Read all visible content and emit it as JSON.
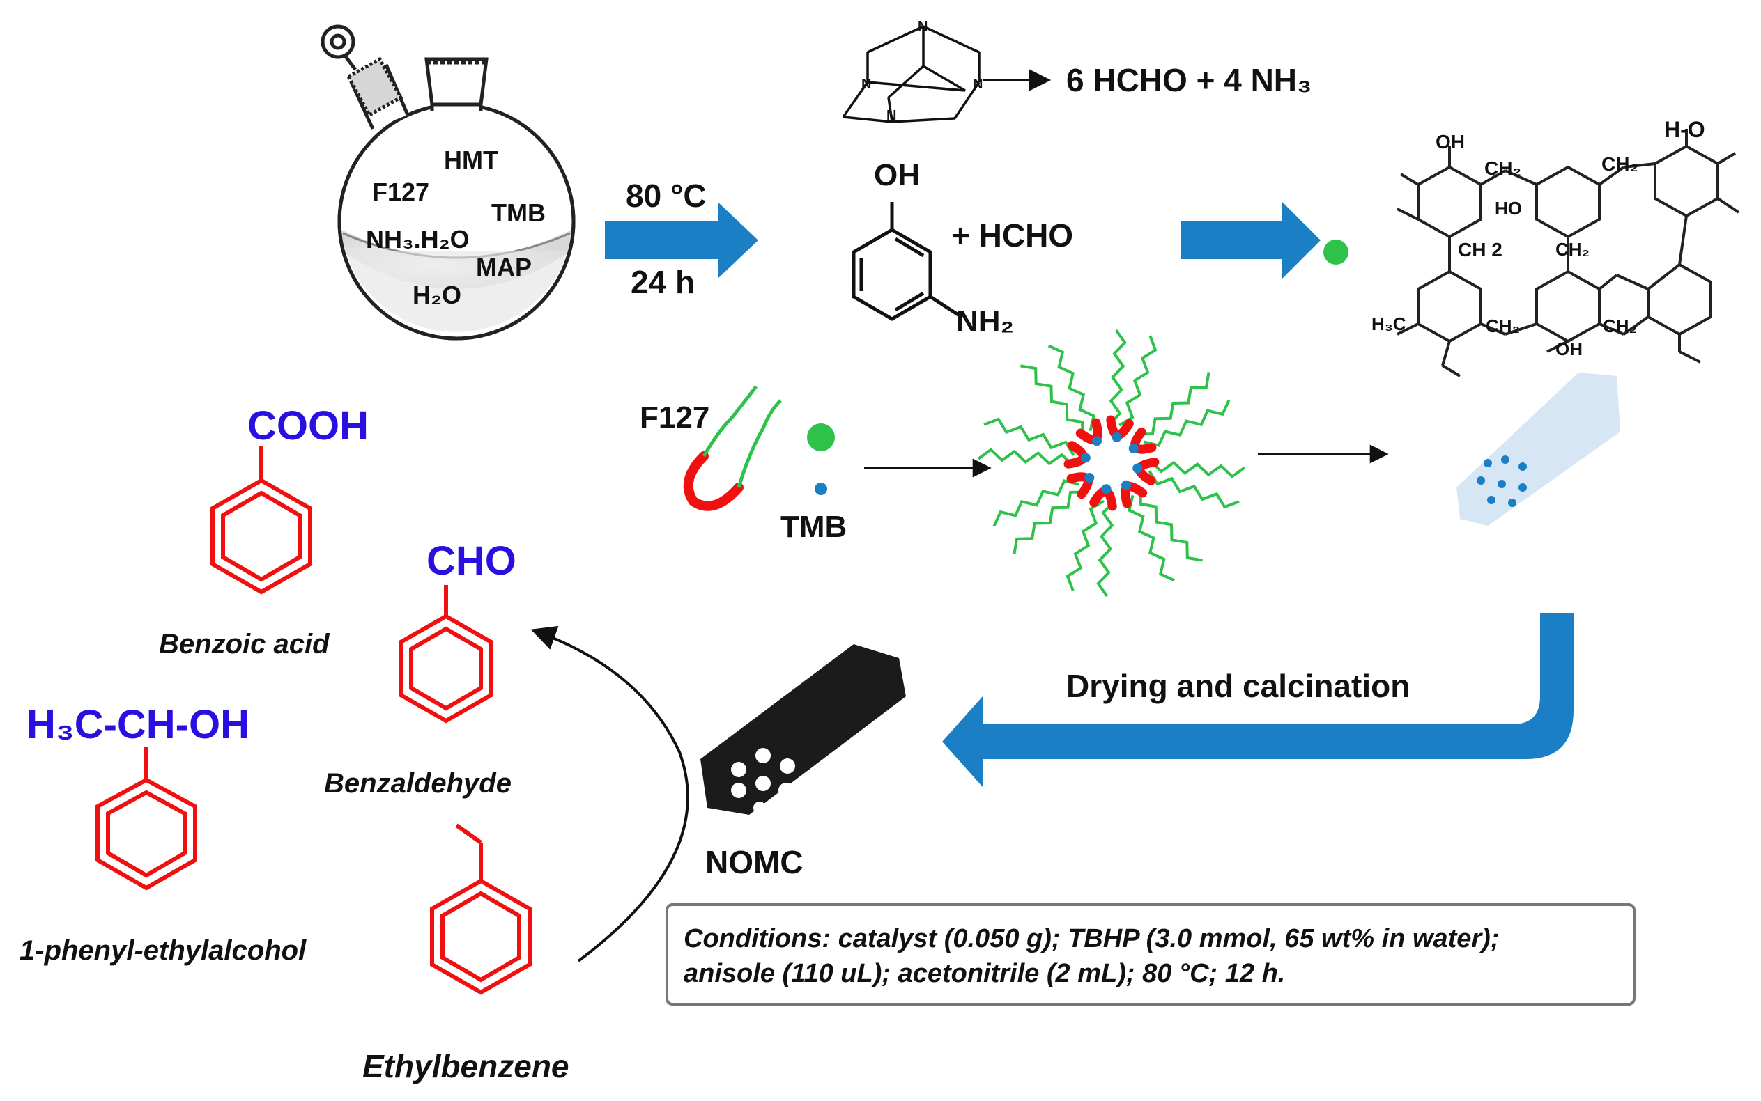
{
  "flask": {
    "labels": {
      "hmt": "HMT",
      "f127": "F127",
      "tmb": "TMB",
      "nh3": "NH₃.H₂O",
      "map": "MAP",
      "h2o": "H₂O"
    }
  },
  "step1": {
    "temperature": "80 °C",
    "time": "24 h"
  },
  "hmt_reaction": {
    "products": "6 HCHO + 4 NH₃"
  },
  "aminophenol": {
    "oh": "OH",
    "nh2": "NH₂",
    "plus": "+ HCHO"
  },
  "polymer_labels": {
    "oh1": "OH",
    "ho_top": "H-O",
    "ch2a": "CH₂",
    "ch2b": "CH₂",
    "ch2c": "CH 2",
    "ch2d": "CH₂",
    "ch2e": "CH₂",
    "ch2f": "CH₂",
    "ho2": "HO",
    "h3c": "H₃C",
    "oh2": "OH"
  },
  "micelle": {
    "f127": "F127",
    "tmb": "TMB"
  },
  "process": {
    "drying_label": "Drying and calcination",
    "product": "NOMC"
  },
  "products": {
    "benzoic_group": "COOH",
    "benzoic_name": "Benzoic acid",
    "benzaldehyde_group": "CHO",
    "benzaldehyde_name": "Benzaldehyde",
    "alcohol_group": "H₃C-CH-OH",
    "alcohol_name": "1-phenyl-ethylalcohol",
    "substrate_name": "Ethylbenzene"
  },
  "conditions": {
    "line1": "Conditions: catalyst (0.050 g); TBHP (3.0 mmol, 65 wt% in water);",
    "line2": "anisole (110 uL); acetonitrile (2 mL); 80 °C; 12 h."
  },
  "colors": {
    "arrow_blue": "#1a7fc4",
    "ring_red": "#f01010",
    "group_blue": "#2a10e0",
    "green": "#2ec24a",
    "pore_blue": "#1a7fc4"
  }
}
